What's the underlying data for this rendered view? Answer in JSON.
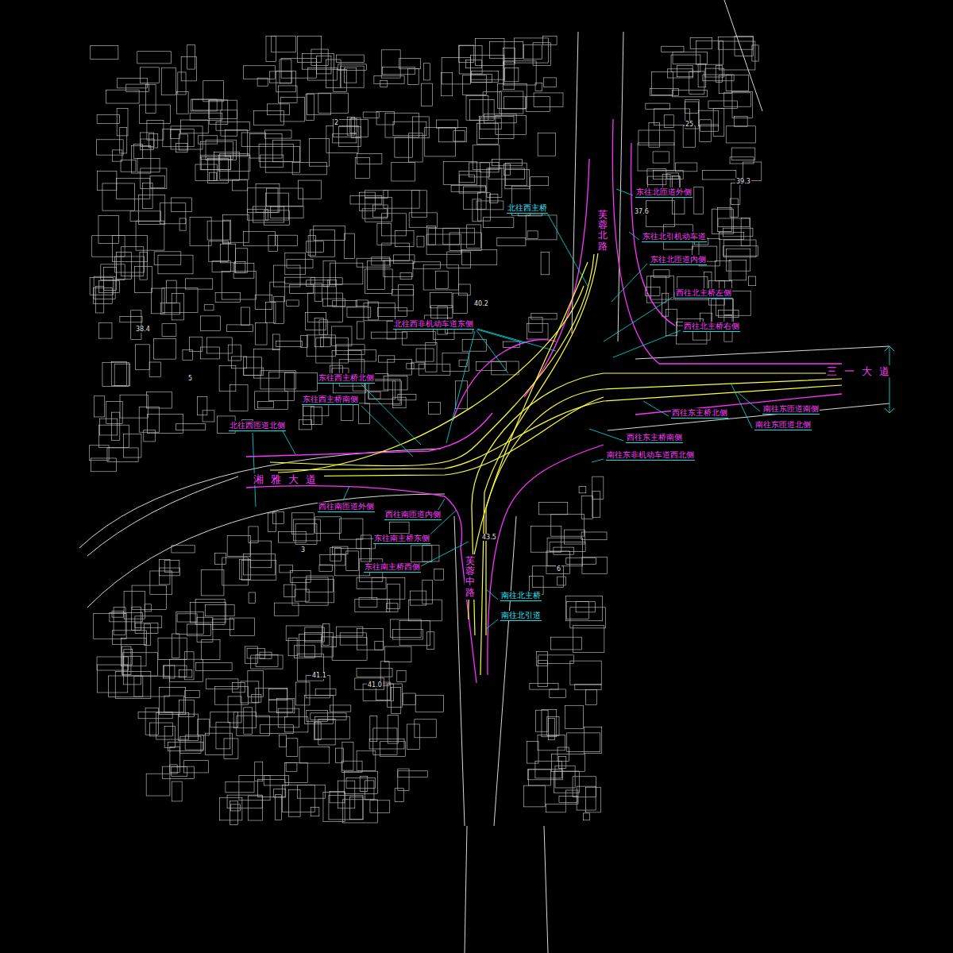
{
  "diagram": {
    "labels": [
      "北往西主桥",
      "东往北匝道外侧",
      "东往北引机动车道",
      "东往北匝道内侧",
      "西往北主桥左侧",
      "西往北主桥右侧",
      "北往西非机动车道东侧",
      "东往西主桥北侧",
      "东往西主桥南侧",
      "北往西匝道北侧",
      "西往东主桥北侧",
      "西往东主桥南侧",
      "南往东非机动车道西北侧",
      "南往东匝道南侧",
      "南往东匝道北侧",
      "西往南匝道外侧",
      "西往南匝道内侧",
      "东往南主桥东侧",
      "东往南主桥西侧",
      "南往北主桥",
      "南往北引道",
      "三一大道",
      "湘雅大道",
      "芙蓉北路",
      "芙蓉中路",
      "25",
      "39.3",
      "37.6",
      "40.2",
      "41.0",
      "38.4",
      "43.5",
      "41.1",
      "5",
      "3",
      "6",
      "2"
    ]
  }
}
